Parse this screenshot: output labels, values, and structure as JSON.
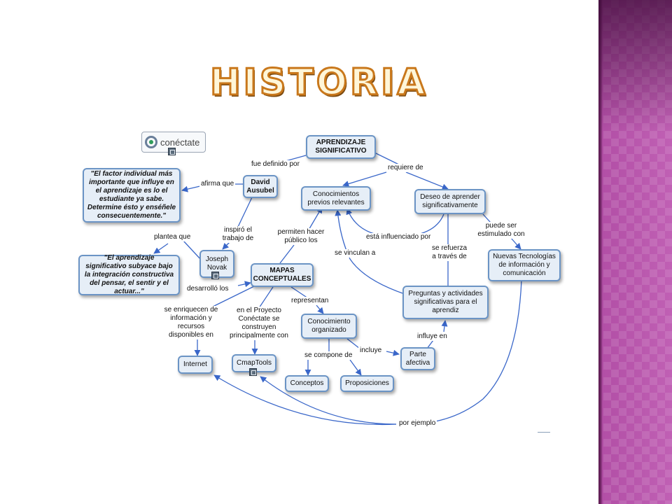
{
  "slide": {
    "title": "HISTORIA",
    "accent_colors": {
      "sidebar": "#b24fa6",
      "title_fill": "#fff6d8",
      "title_stroke": "#c9781c",
      "node_fill": "#e6eef7",
      "node_border": "#6b94c5",
      "arrow": "#3a67c9"
    }
  },
  "logo": {
    "text": "conéctate",
    "icon": "conectate-logo-icon"
  },
  "nodes": {
    "aprendizaje": "APRENDIZAJE SIGNIFICATIVO",
    "ausubel": "David Ausubel",
    "quote1": "\"El factor individual más importante que influye en el aprendizaje es lo el estudiante ya sabe. Determine ésto y enséñele consecuentemente.\"",
    "conocimientos_previos": "Conocimientos previos relevantes",
    "deseo": "Deseo de aprender significativamente",
    "novak": "Joseph Novak",
    "quote2": "\"El aprendizaje significativo subyace bajo la integración constructiva del pensar, el sentir y el actuar...\"",
    "mapas": "MAPAS CONCEPTUALES",
    "nuevas": "Nuevas Tecnologías de información y comunicación",
    "preguntas": "Preguntas y actividades significativas para el aprendiz",
    "conocimiento_org": "Conocimiento organizado",
    "internet": "Internet",
    "cmaptools": "CmapTools",
    "parte_afectiva": "Parte afectiva",
    "conceptos": "Conceptos",
    "proposiciones": "Proposiciones"
  },
  "links": {
    "fue_definido": "fue definido por",
    "requiere": "requiere de",
    "afirma": "afirma que",
    "inspiro": "inspiró el trabajo de",
    "plantea": "plantea que",
    "permiten": "permiten hacer público los",
    "influenciado": "está influenciado por",
    "estimulado": "puede ser estimulado con",
    "vinculan": "se vinculan a",
    "refuerza": "se refuerza a través de",
    "desarrollo": "desarrolló los",
    "enriquecen": "se enriquecen de información y recursos disponibles en",
    "proyecto": "en el Proyecto Conéctate se construyen principalmente con",
    "representan": "representan",
    "influye": "influye en",
    "compone": "se compone de",
    "incluye": "incluye",
    "ejemplo": "por ejemplo"
  }
}
